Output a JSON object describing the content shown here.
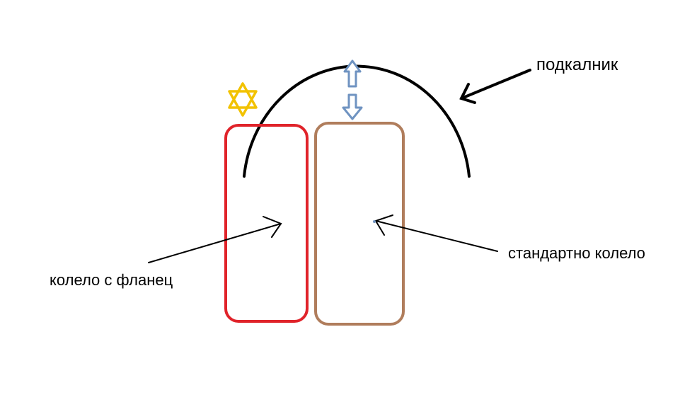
{
  "labels": {
    "fender": "подкалник",
    "standard_wheel": "стандартно колело",
    "flanged_wheel": "колело с фланец"
  },
  "colors": {
    "background": "#ffffff",
    "fender_arc": "#000000",
    "flanged_wheel": "#e0232a",
    "standard_wheel": "#b07d5c",
    "clearance_arrows": "#6f93c1",
    "contact_star": "#f2c200",
    "pointer_arrows": "#000000"
  },
  "icons": {
    "contact_point": "six-point-star-icon",
    "clearance": "up-down-arrows-icon"
  }
}
